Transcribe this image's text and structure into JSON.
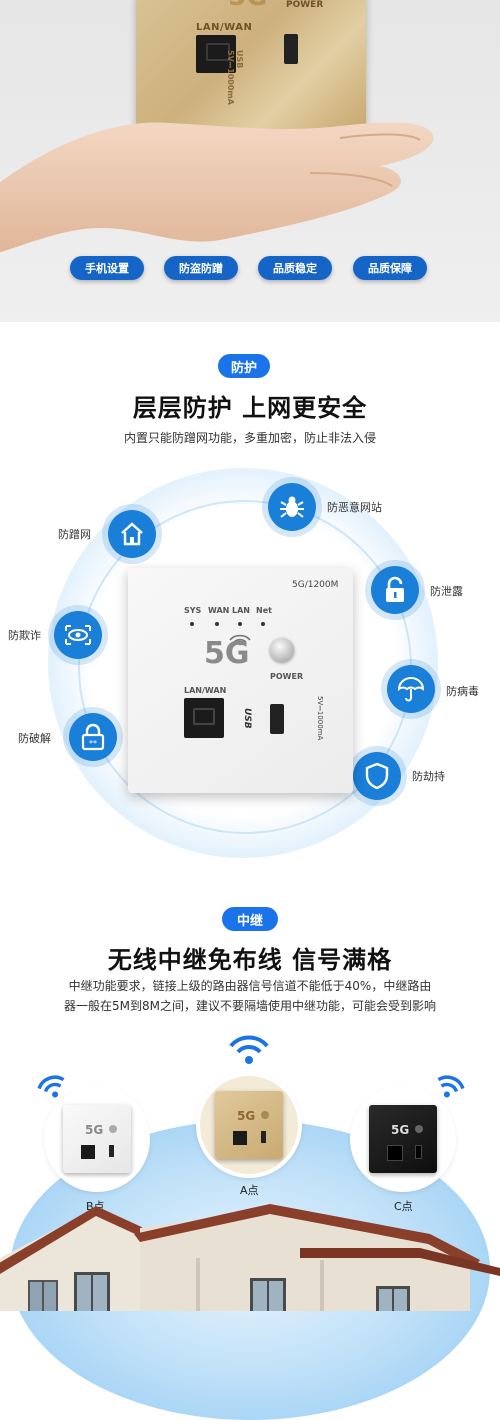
{
  "hero": {
    "panel_lan": "LAN/WAN",
    "panel_power": "POWER",
    "panel_usb": "USB 5V⎓1000mA",
    "features": [
      "手机设置",
      "防盗防蹭",
      "品质稳定",
      "品质保障"
    ]
  },
  "protect": {
    "tag": "防护",
    "title": "层层防护 上网更安全",
    "subtitle": "内置只能防蹭网功能，多重加密，防止非法入侵",
    "items": [
      {
        "label": "防蹭网",
        "icon": "house-icon"
      },
      {
        "label": "防欺诈",
        "icon": "eye-icon"
      },
      {
        "label": "防破解",
        "icon": "padlock-password-icon"
      },
      {
        "label": "防恶意网站",
        "icon": "bug-icon"
      },
      {
        "label": "防泄露",
        "icon": "unlock-icon"
      },
      {
        "label": "防病毒",
        "icon": "umbrella-icon"
      },
      {
        "label": "防劫持",
        "icon": "shield-icon"
      }
    ],
    "panel": {
      "model": "5G/1200M",
      "leds": [
        "SYS",
        "WAN",
        "LAN",
        "Net"
      ],
      "logo": "5G",
      "power": "POWER",
      "lan": "LAN/WAN",
      "usb_spec": "5V⎓1000mA",
      "usb": "USB"
    }
  },
  "relay": {
    "tag": "中继",
    "title": "无线中继免布线 信号满格",
    "subtitle_line1": "中继功能要求，链接上级的路由器信号信道不能低于40%，中继路由",
    "subtitle_line2": "器一般在5M到8M之间，建议不要隔墙使用中继功能，可能会受到影响",
    "points": [
      "B点",
      "A点",
      "C点"
    ]
  },
  "colors": {
    "brand_blue": "#1a73e8",
    "pill_blue": "#1565c8",
    "gold": "#cdb07d"
  }
}
